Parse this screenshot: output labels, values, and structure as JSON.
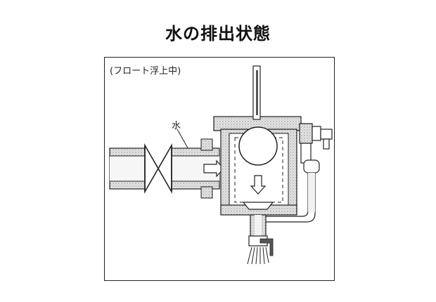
{
  "title": "水の排出状態",
  "caption": "(フロート浮上中)",
  "labels": {
    "water": "水"
  },
  "colors": {
    "line": "#222222",
    "fill_wall": "#cfcfcf",
    "fill_pipe": "#ededed",
    "float": "#ffffff"
  }
}
